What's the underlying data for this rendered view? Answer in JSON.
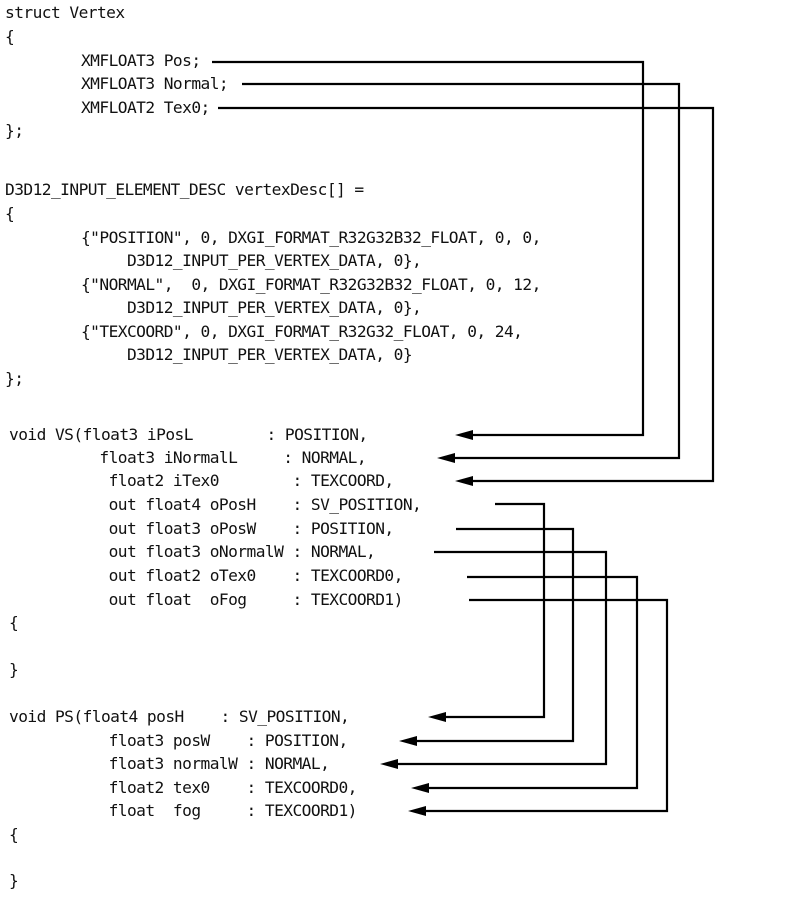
{
  "struct_block": {
    "lines": [
      "struct Vertex",
      "{",
      "     XMFLOAT3 Pos;",
      "     XMFLOAT3 Normal;",
      "     XMFLOAT2 Tex0;",
      "};"
    ]
  },
  "desc_block": {
    "lines": [
      "D3D12_INPUT_ELEMENT_DESC vertexDesc[] =",
      "{",
      "     {\"POSITION\", 0, DXGI_FORMAT_R32G32B32_FLOAT, 0, 0,",
      "          D3D12_INPUT_PER_VERTEX_DATA, 0},",
      "     {\"NORMAL\",  0, DXGI_FORMAT_R32G32B32_FLOAT, 0, 12,",
      "          D3D12_INPUT_PER_VERTEX_DATA, 0},",
      "     {\"TEXCOORD\", 0, DXGI_FORMAT_R32G32_FLOAT, 0, 24,",
      "          D3D12_INPUT_PER_VERTEX_DATA, 0}",
      "};"
    ]
  },
  "vs_block": {
    "lines": [
      "void VS(float3 iPosL        : POSITION,",
      "       float3 iNormalL     : NORMAL,",
      "        float2 iTex0        : TEXCOORD,",
      "        out float4 oPosH    : SV_POSITION,",
      "        out float3 oPosW    : POSITION,",
      "        out float3 oNormalW : NORMAL,",
      "        out float2 oTex0    : TEXCOORD0,",
      "        out float  oFog     : TEXCOORD1)",
      "{",
      "",
      "}"
    ]
  },
  "ps_block": {
    "lines": [
      "void PS(float4 posH    : SV_POSITION,",
      "        float3 posW    : POSITION,",
      "        float3 normalW : NORMAL,",
      "        float2 tex0    : TEXCOORD0,",
      "        float  fog     : TEXCOORD1)",
      "{",
      "",
      "}"
    ]
  },
  "connections": {
    "struct_to_vs": [
      {
        "from": "Pos",
        "to": "iPosL : POSITION"
      },
      {
        "from": "Normal",
        "to": "iNormalL : NORMAL"
      },
      {
        "from": "Tex0",
        "to": "iTex0 : TEXCOORD"
      }
    ],
    "vs_to_ps": [
      {
        "from": "oPosH : SV_POSITION",
        "to": "posH : SV_POSITION"
      },
      {
        "from": "oPosW : POSITION",
        "to": "posW : POSITION"
      },
      {
        "from": "oNormalW : NORMAL",
        "to": "normalW : NORMAL"
      },
      {
        "from": "oTex0 : TEXCOORD0",
        "to": "tex0 : TEXCOORD0"
      },
      {
        "from": "oFog : TEXCOORD1",
        "to": "fog : TEXCOORD1"
      }
    ],
    "line_color": "#000000"
  }
}
